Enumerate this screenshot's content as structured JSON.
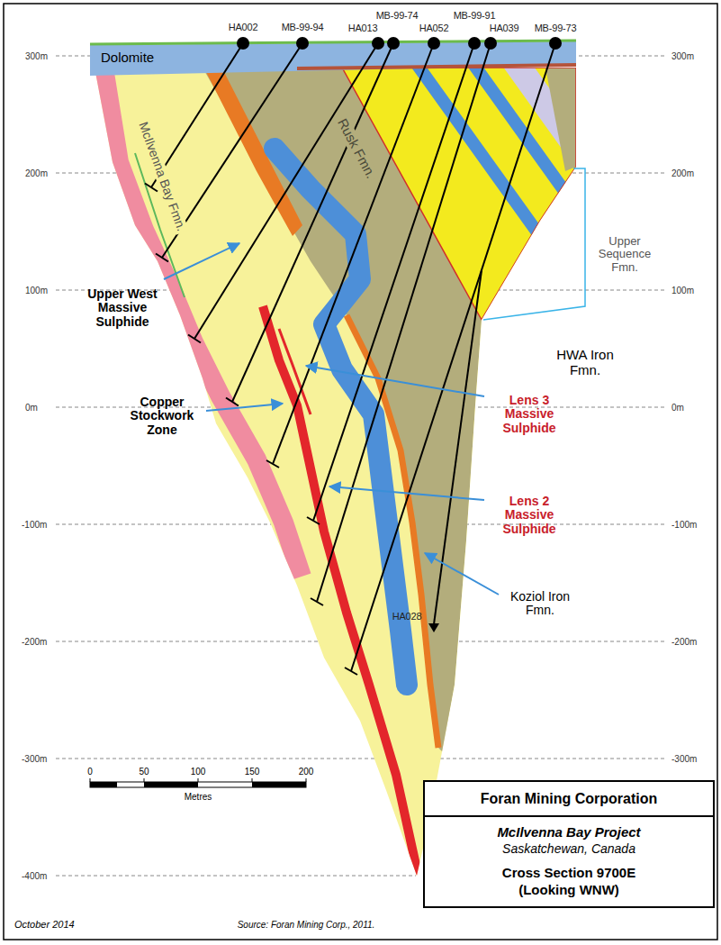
{
  "diagram": {
    "nodes": [
      {
        "text": [
          "Foran Mining Corporation",
          "McIlvenna Bay Project",
          "Saskatchewan, Canada",
          "Cross Section 9700E",
          "(Looking WNW)"
        ]
      }
    ],
    "labels": [
      "HA002",
      "MB-99-94",
      "HA013",
      "MB-99-74",
      "HA052",
      "MB-99-91",
      "HA039",
      "MB-99-73",
      "Dolomite",
      "McIlvenna Bay Fmn.",
      "Rusk Fmn.",
      "Upper West Massive Sulphide",
      "Copper Stockwork Zone",
      "Lens 3 Massive Sulphide",
      "Lens 2 Massive Sulphide",
      "Koziol Iron Fmn.",
      "HWA Iron Fmn.",
      "Upper Sequence Fmn.",
      "HA028",
      "300m",
      "300m",
      "200m",
      "200m",
      "100m",
      "100m",
      "0m",
      "0m",
      "-100m",
      "-100m",
      "-200m",
      "-200m",
      "-300m",
      "-300m",
      "-400m",
      "0",
      "50",
      "100",
      "150",
      "200",
      "Metres",
      "October 2014",
      "Source: Foran Mining Corp., 2011."
    ]
  }
}
